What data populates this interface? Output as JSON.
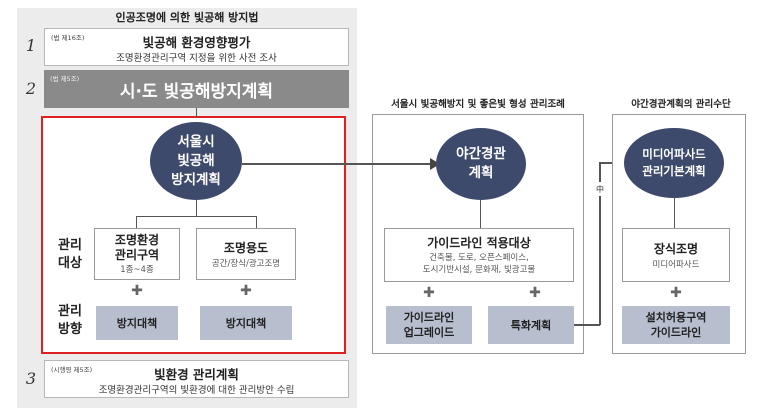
{
  "left": {
    "law_title": "인공조명에 의한 빛공해 방지법",
    "step1": {
      "num": "1",
      "tag": "(법 제16조)",
      "title": "빛공해 환경영향평가",
      "sub": "조명환경관리구역 지정을 위한 사전 조사"
    },
    "step2": {
      "num": "2",
      "tag": "(법 제5조)",
      "title": "시·도 빛공해방지계획"
    },
    "step3": {
      "num": "3",
      "tag": "(시행령 제5조)",
      "title": "빛환경 관리계획",
      "sub": "조명환경관리구역의 빛환경에 대한 관리방안 수립"
    },
    "circle_lines": [
      "서울시",
      "빛공해",
      "방지계획"
    ],
    "label_target": [
      "관리",
      "대상"
    ],
    "label_direction": [
      "관리",
      "방향"
    ],
    "target1": {
      "title_lines": [
        "조명환경",
        "관리구역"
      ],
      "sub": "1종~4종"
    },
    "target2": {
      "title": "조명용도",
      "sub": "공간/장식/광고조명"
    },
    "dir1": "방지대책",
    "dir2": "방지대책",
    "plus": "✚"
  },
  "middle": {
    "title": "서울시 빛공해방지 및 좋은빛 형성 관리조례",
    "circle_lines": [
      "야간경관",
      "계획"
    ],
    "guide_title": "가이드라인 적용대상",
    "guide_sub_lines": [
      "건축물, 도로, 오픈스페이스,",
      "도시기반시설, 문화재, 빛광고물"
    ],
    "box1_lines": [
      "가이드라인",
      "업그레이드"
    ],
    "box2": "특화계획",
    "plus": "✚"
  },
  "right": {
    "title": "야간경관계획의 관리수단",
    "circle_lines": [
      "미디어파사드",
      "관리기본계획"
    ],
    "deco_title": "장식조명",
    "deco_sub": "미디어파사드",
    "box_lines": [
      "설치허용구역",
      "가이드라인"
    ],
    "plus": "✚"
  },
  "connector_label": "中"
}
